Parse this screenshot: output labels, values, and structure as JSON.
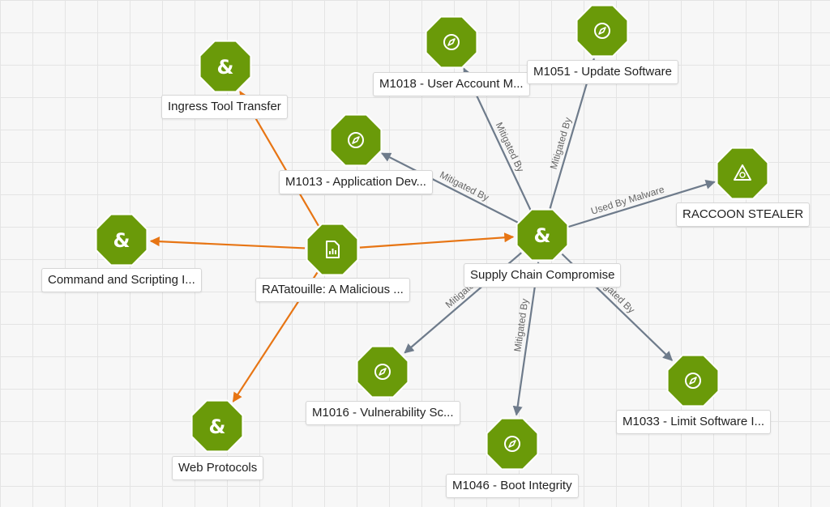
{
  "colors": {
    "node_fill": "#6a9a09",
    "node_stroke": "#fff",
    "edge_orange": "#e77514",
    "edge_gray": "#6e7b8b"
  },
  "nodes": [
    {
      "id": "ingress",
      "label": "Ingress Tool Transfer",
      "icon": "ampersand-icon"
    },
    {
      "id": "cmd",
      "label": "Command and Scripting I...",
      "icon": "ampersand-icon"
    },
    {
      "id": "rat",
      "label": "RATatouille: A Malicious ...",
      "icon": "report-icon"
    },
    {
      "id": "web",
      "label": "Web Protocols",
      "icon": "ampersand-icon"
    },
    {
      "id": "m1018",
      "label": "M1018 - User Account M...",
      "icon": "compass-icon"
    },
    {
      "id": "m1051",
      "label": "M1051 - Update Software",
      "icon": "compass-icon"
    },
    {
      "id": "m1013",
      "label": "M1013 - Application Dev...",
      "icon": "compass-icon"
    },
    {
      "id": "raccoon",
      "label": "RACCOON STEALER",
      "icon": "hazard-icon"
    },
    {
      "id": "scc",
      "label": "Supply Chain Compromise",
      "icon": "ampersand-icon"
    },
    {
      "id": "m1016",
      "label": "M1016 - Vulnerability Sc...",
      "icon": "compass-icon"
    },
    {
      "id": "m1046",
      "label": "M1046 - Boot Integrity",
      "icon": "compass-icon"
    },
    {
      "id": "m1033",
      "label": "M1033 - Limit Software I...",
      "icon": "compass-icon"
    }
  ],
  "edges": [
    {
      "from": "rat",
      "to": "ingress",
      "kind": "orange",
      "label": ""
    },
    {
      "from": "rat",
      "to": "cmd",
      "kind": "orange",
      "label": ""
    },
    {
      "from": "rat",
      "to": "web",
      "kind": "orange",
      "label": ""
    },
    {
      "from": "rat",
      "to": "scc",
      "kind": "orange",
      "label": ""
    },
    {
      "from": "scc",
      "to": "m1018",
      "kind": "gray",
      "label": "Mitigated By"
    },
    {
      "from": "scc",
      "to": "m1051",
      "kind": "gray",
      "label": "Mitigated By"
    },
    {
      "from": "scc",
      "to": "m1013",
      "kind": "gray",
      "label": "Mitigated By"
    },
    {
      "from": "scc",
      "to": "raccoon",
      "kind": "gray",
      "label": "Used By Malware"
    },
    {
      "from": "scc",
      "to": "m1016",
      "kind": "gray",
      "label": "Mitigated By"
    },
    {
      "from": "scc",
      "to": "m1046",
      "kind": "gray",
      "label": "Mitigated By"
    },
    {
      "from": "scc",
      "to": "m1033",
      "kind": "gray",
      "label": "Mitigated By"
    }
  ]
}
